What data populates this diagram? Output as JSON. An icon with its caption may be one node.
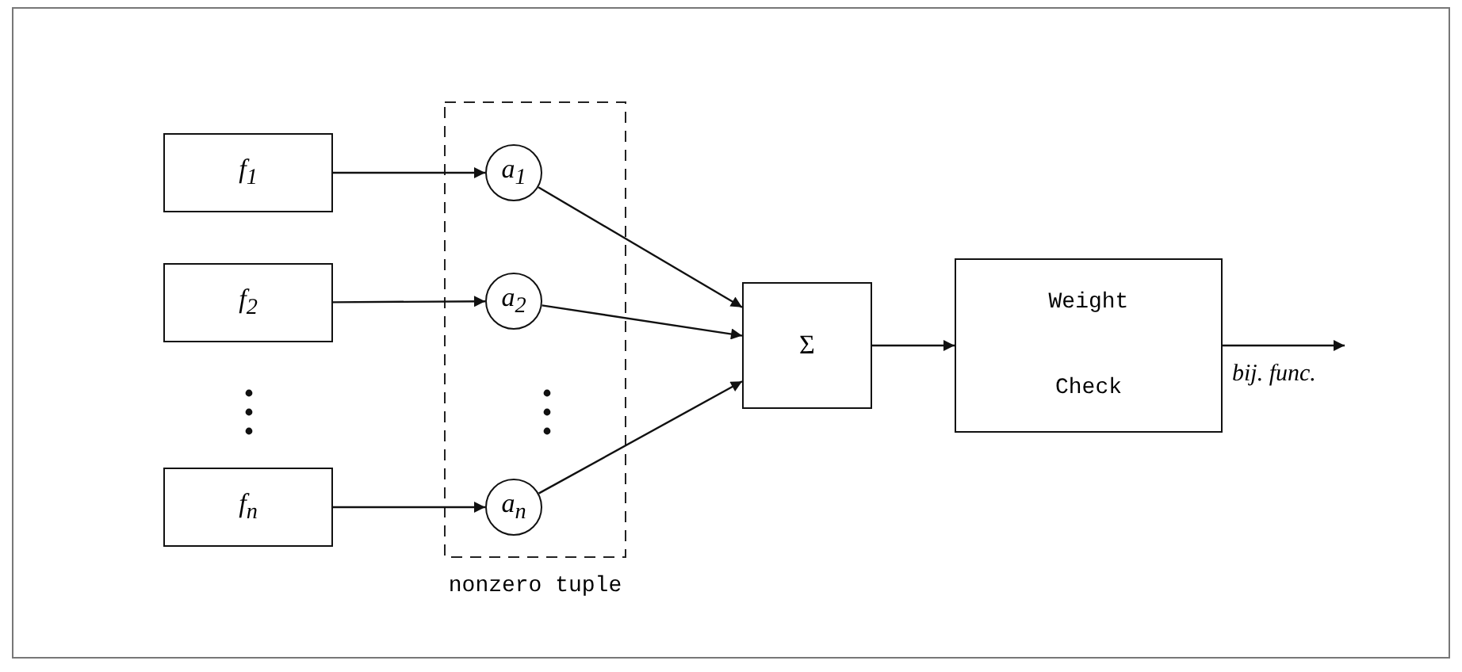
{
  "diagram": {
    "nodes": [
      {
        "text": [
          "f$_{1}$"
        ]
      },
      {
        "text": [
          "f$_{2}$"
        ]
      },
      {
        "text": [
          "f$_{n}$"
        ]
      },
      {
        "text": [
          "nonzero tuple"
        ]
      },
      {
        "text": [
          "a$_{1}$"
        ],
        "in": 3
      },
      {
        "text": [
          "a$_{2}$"
        ],
        "in": 3
      },
      {
        "text": [
          "a$_{n}$"
        ],
        "in": 3
      },
      {
        "text": [
          "Σ"
        ]
      },
      {
        "text": [
          "Weight Check"
        ]
      }
    ],
    "edges": [
      {
        "from": 0,
        "to": 4,
        "arrow": "to"
      },
      {
        "from": 1,
        "to": 5,
        "arrow": "to"
      },
      {
        "from": 2,
        "to": 6,
        "arrow": "to"
      },
      {
        "from": 4,
        "to": 7,
        "arrow": "to"
      },
      {
        "from": 5,
        "to": 7,
        "arrow": "to"
      },
      {
        "from": 6,
        "to": 7,
        "arrow": "to"
      },
      {
        "from": 7,
        "to": 8,
        "arrow": "to"
      },
      {
        "from": 8,
        "to": null,
        "arrow": "to",
        "label": "bij. func."
      }
    ]
  }
}
